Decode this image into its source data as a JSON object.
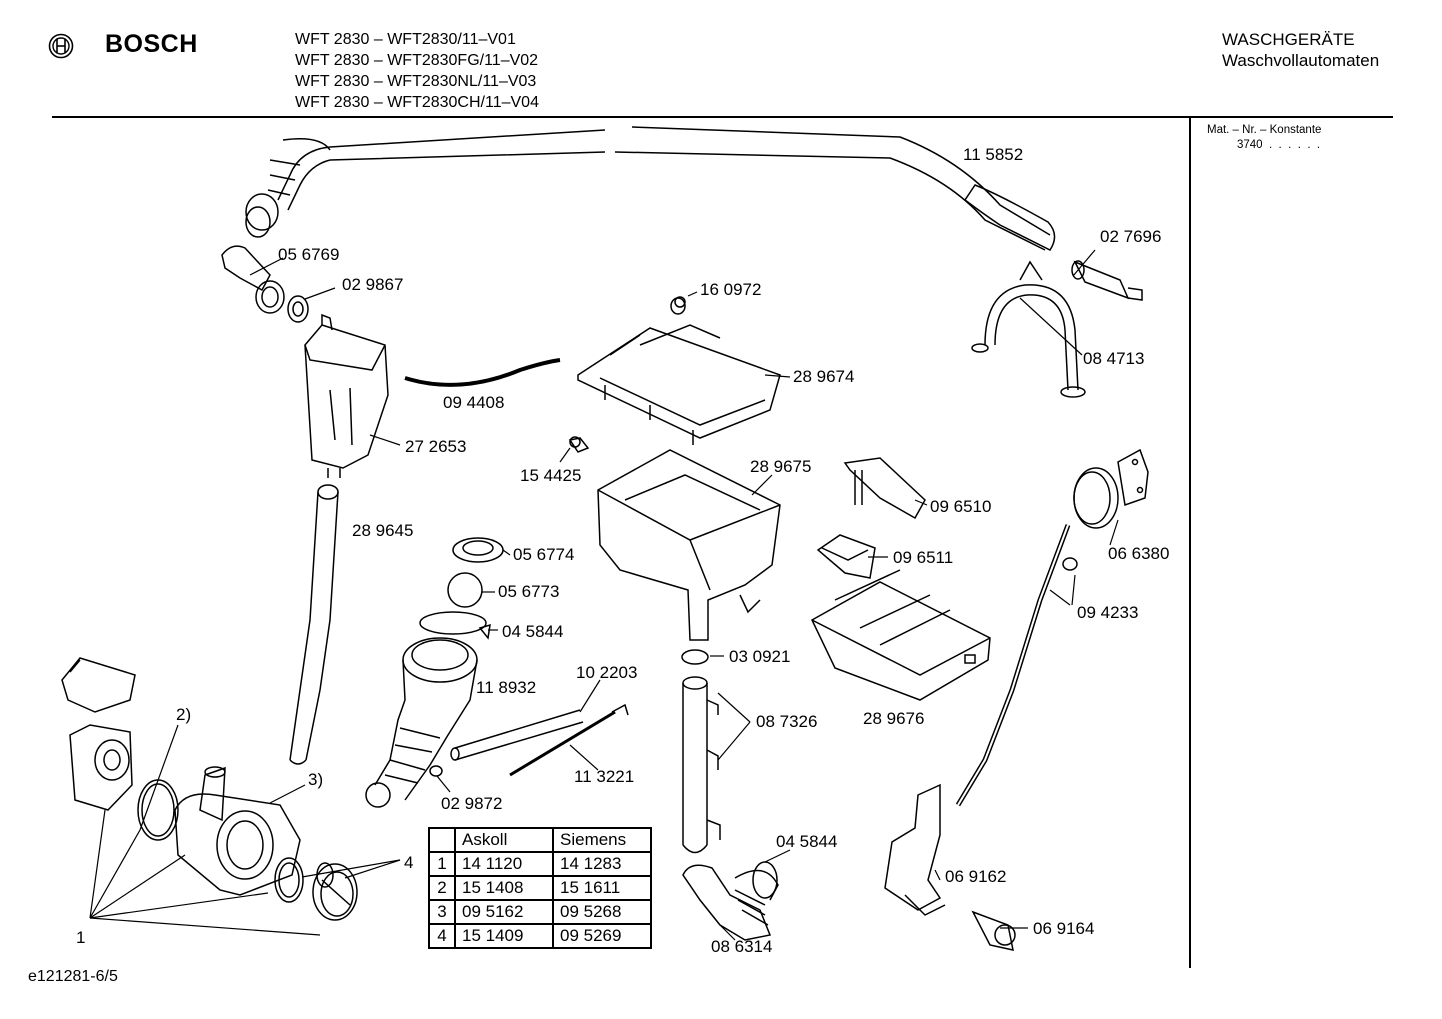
{
  "header": {
    "brand": "BOSCH",
    "models": [
      "WFT 2830 – WFT2830/11–V01",
      "WFT 2830 – WFT2830FG/11–V02",
      "WFT 2830 – WFT2830NL/11–V03",
      "WFT 2830 – WFT2830CH/11–V04"
    ],
    "category": "WASCHGERÄTE",
    "subcategory": "Waschvollautomaten"
  },
  "sidebar": {
    "mat_label": "Mat. – Nr. – Konstante",
    "mat_value": "3740  .  .  .  .  .  ."
  },
  "parts": {
    "p115852": "11 5852",
    "p027696": "02 7696",
    "p056769": "05 6769",
    "p029867": "02 9867",
    "p160972": "16 0972",
    "p084713": "08 4713",
    "p289674": "28 9674",
    "p094408": "09 4408",
    "p272653": "27 2653",
    "p154425": "15 4425",
    "p289675": "28 9675",
    "p096510": "09 6510",
    "p066380": "06 6380",
    "p289645": "28 9645",
    "p056774": "05 6774",
    "p096511": "09 6511",
    "p056773": "05 6773",
    "p094233": "09 4233",
    "p045844a": "04 5844",
    "p102203": "10 2203",
    "p030921": "03 0921",
    "p118932": "11 8932",
    "p087326": "08 7326",
    "p289676": "28 9676",
    "p113221": "11 3221",
    "p029872": "02 9872",
    "p045844b": "04 5844",
    "p069162": "06 9162",
    "p069164": "06 9164",
    "p086314": "08 6314"
  },
  "callouts": {
    "c1": "1",
    "c2": "2)",
    "c3": "3)",
    "c4": "4"
  },
  "table": {
    "headers": [
      "",
      "Askoll",
      "Siemens"
    ],
    "rows": [
      [
        "1",
        "14 1120",
        "14 1283"
      ],
      [
        "2",
        "15 1408",
        "15 1611"
      ],
      [
        "3",
        "09 5162",
        "09 5268"
      ],
      [
        "4",
        "15 1409",
        "09 5269"
      ]
    ]
  },
  "footer": {
    "code": "e121281-6/5"
  }
}
